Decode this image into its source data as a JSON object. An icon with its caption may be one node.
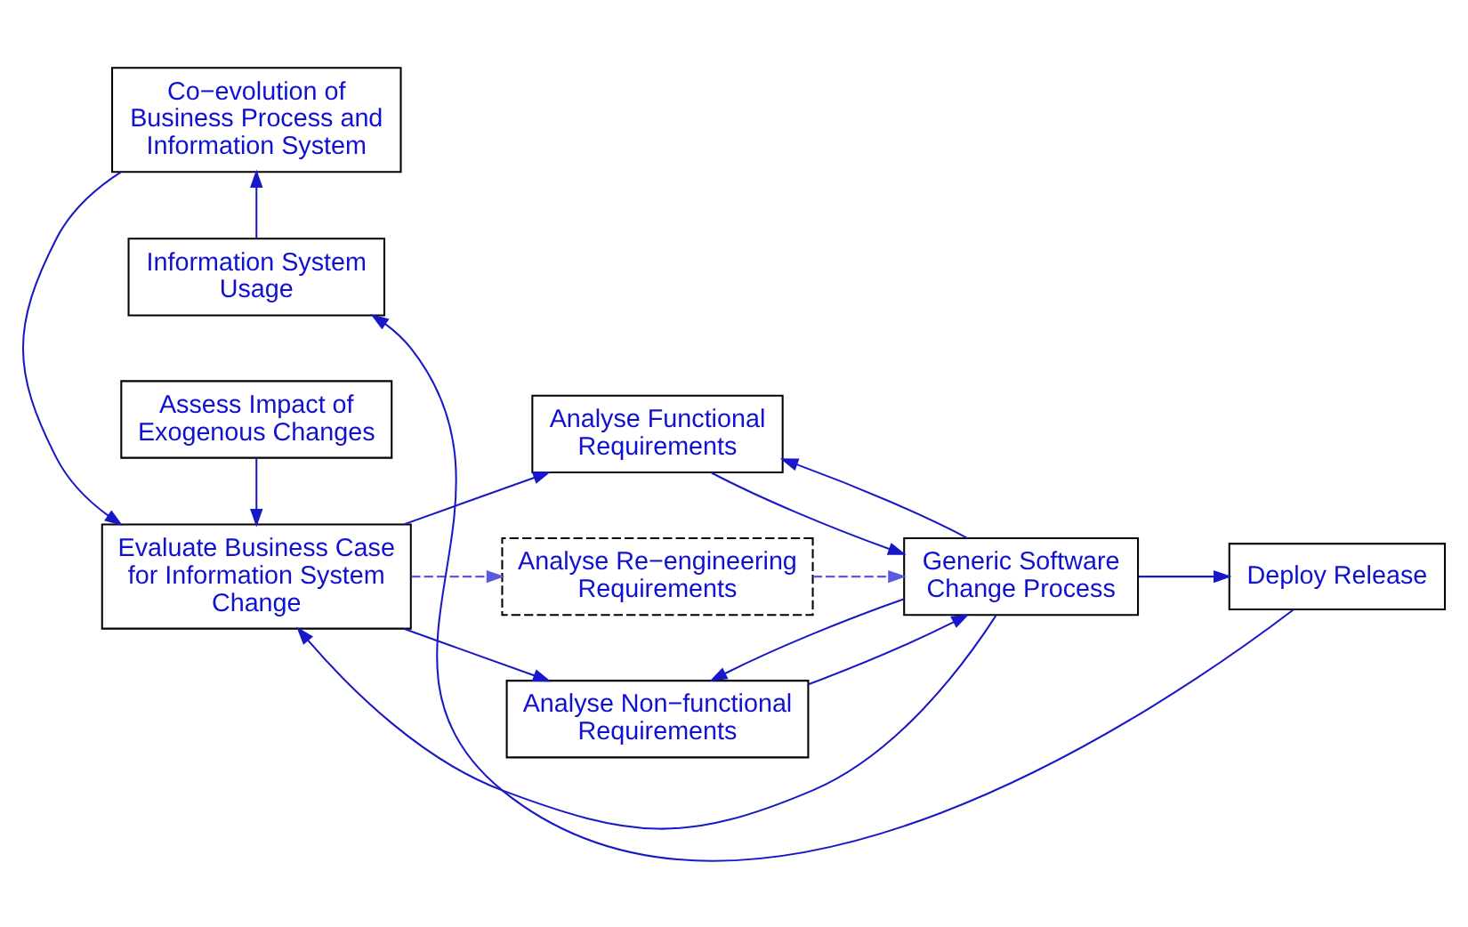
{
  "diagram": {
    "nodes": [
      {
        "text": [
          "Co−evolution of Business Process and Information System"
        ]
      },
      {
        "text": [
          "Information System Usage"
        ]
      },
      {
        "text": [
          "Analyse Functional Requirements"
        ]
      },
      {
        "text": [
          "Evaluate Business Case for Information System Change"
        ]
      },
      {
        "text": [
          "Analyse Re−engineering Requirements"
        ]
      },
      {
        "text": [
          "Generic Software Change Process"
        ]
      },
      {
        "text": [
          "Deploy Release"
        ]
      },
      {
        "text": [
          "Analyse Non−functional Requirements"
        ]
      },
      {
        "text": [
          "Assess Impact of Exogenous Changes"
        ]
      }
    ],
    "edges": [
      {
        "from": 1,
        "to": 0,
        "arrow": "to"
      },
      {
        "from": 0,
        "to": 3,
        "arrow": "to"
      },
      {
        "from": 3,
        "to": 2,
        "arrow": "to"
      },
      {
        "from": 3,
        "to": 4,
        "arrow": "to",
        "style": "dashed",
        "color": "#5a5ae0"
      },
      {
        "from": 4,
        "to": 5,
        "arrow": "to",
        "style": "dashed",
        "color": "#5a5ae0"
      },
      {
        "from": 3,
        "to": 7,
        "arrow": "to"
      },
      {
        "from": 2,
        "to": 5,
        "arrow": "to"
      },
      {
        "from": 5,
        "to": 2,
        "arrow": "to"
      },
      {
        "from": 7,
        "to": 5,
        "arrow": "to"
      },
      {
        "from": 5,
        "to": 7,
        "arrow": "to"
      },
      {
        "from": 5,
        "to": 3,
        "arrow": "to"
      },
      {
        "from": 5,
        "to": 6,
        "arrow": "to"
      },
      {
        "from": 6,
        "to": 1,
        "arrow": "to"
      },
      {
        "from": 8,
        "to": 3,
        "arrow": "to"
      }
    ]
  }
}
